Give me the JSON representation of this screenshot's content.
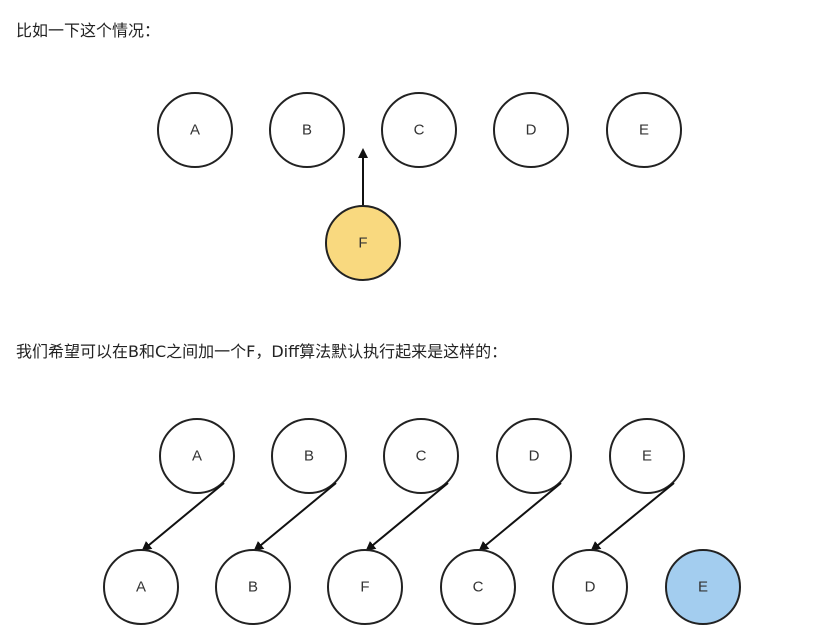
{
  "paragraphs": [
    "比如一下这个情况：",
    "我们希望可以在B和C之间加一个F，Diff算法默认执行起来是这样的："
  ],
  "diagram1": {
    "nodes": [
      "A",
      "B",
      "C",
      "D",
      "E"
    ],
    "insert_node": "F",
    "insert_color": "#f9d97f"
  },
  "diagram2": {
    "old_nodes": [
      "A",
      "B",
      "C",
      "D",
      "E"
    ],
    "new_nodes": [
      "A",
      "B",
      "F",
      "C",
      "D",
      "E"
    ],
    "new_node_highlight_color": "#a3cdef"
  }
}
